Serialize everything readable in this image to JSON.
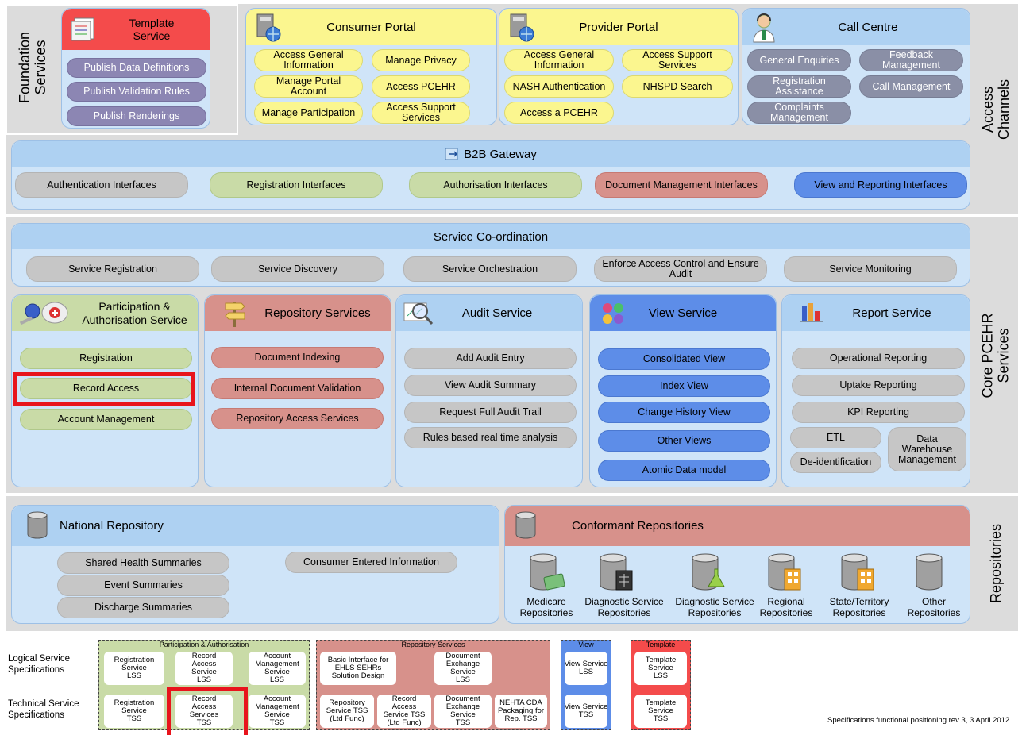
{
  "side_labels": {
    "foundation": "Foundation\nServices",
    "access": "Access\nChannels",
    "core": "Core PCEHR\nServices",
    "repositories": "Repositories"
  },
  "template_service": {
    "title": "Template\nService",
    "items": [
      "Publish Data Definitions",
      "Publish Validation Rules",
      "Publish Renderings"
    ]
  },
  "consumer_portal": {
    "title": "Consumer Portal",
    "items": [
      "Access General Information",
      "Manage Privacy",
      "Manage Portal Account",
      "Access PCEHR",
      "Manage Participation",
      "Access Support Services"
    ]
  },
  "provider_portal": {
    "title": "Provider Portal",
    "items": [
      "Access General Information",
      "Access Support Services",
      "NASH Authentication",
      "NHSPD Search",
      "Access a PCEHR"
    ]
  },
  "call_centre": {
    "title": "Call Centre",
    "items": [
      "General Enquiries",
      "Feedback Management",
      "Registration Assistance",
      "Call Management",
      "Complaints Management"
    ]
  },
  "b2b": {
    "title": "B2B Gateway",
    "items": [
      "Authentication Interfaces",
      "Registration Interfaces",
      "Authorisation Interfaces",
      "Document Management Interfaces",
      "View and Reporting Interfaces"
    ]
  },
  "service_coord": {
    "title": "Service Co-ordination",
    "items": [
      "Service Registration",
      "Service Discovery",
      "Service Orchestration",
      "Enforce Access Control and Ensure Audit",
      "Service Monitoring"
    ]
  },
  "participation": {
    "title": "Participation &\nAuthorisation Service",
    "items": [
      "Registration",
      "Record Access",
      "Account Management"
    ]
  },
  "repository": {
    "title": "Repository Services",
    "items": [
      "Document Indexing",
      "Internal Document Validation",
      "Repository Access Services"
    ]
  },
  "audit": {
    "title": "Audit Service",
    "items": [
      "Add Audit Entry",
      "View Audit Summary",
      "Request Full Audit Trail",
      "Rules based real time analysis"
    ]
  },
  "view": {
    "title": "View Service",
    "items": [
      "Consolidated View",
      "Index View",
      "Change History View",
      "Other Views",
      "Atomic Data model"
    ]
  },
  "report": {
    "title": "Report Service",
    "items": [
      "Operational Reporting",
      "Uptake Reporting",
      "KPI Reporting",
      "ETL",
      "Data Warehouse Management",
      "De-identification"
    ]
  },
  "national_repo": {
    "title": "National Repository",
    "items": [
      "Shared Health Summaries",
      "Event Summaries",
      "Discharge Summaries",
      "Consumer Entered Information"
    ]
  },
  "conformant_repo": {
    "title": "Conformant Repositories",
    "items": [
      "Medicare\nRepositories",
      "Diagnostic Service\nRepositories",
      "Diagnostic Service\nRepositories",
      "Regional\nRepositories",
      "State/Territory\nRepositories",
      "Other\nRepositories"
    ]
  },
  "legend": {
    "row_logical": "Logical Service\nSpecifications",
    "row_technical": "Technical Service\nSpecifications",
    "participation": {
      "title": "Participation & Authorisation",
      "logical": [
        "Registration\nService\nLSS",
        "Record\nAccess\nService\nLSS",
        "Account\nManagement\nService\nLSS"
      ],
      "technical": [
        "Registration\nService\nTSS",
        "Record\nAccess\nServices\nTSS",
        "Account\nManagement\nService\nTSS"
      ]
    },
    "repository": {
      "title": "Repository Services",
      "logical": [
        "Basic Interface for\nEHLS SEHRs\nSolution Design",
        "Document\nExchange\nService\nLSS"
      ],
      "technical": [
        "Repository\nService TSS\n(Ltd Func)",
        "Record\nAccess\nService TSS\n(Ltd Func)",
        "Document\nExchange\nService\nTSS",
        "NEHTA CDA\nPackaging for\nRep. TSS"
      ]
    },
    "view": {
      "title": "View",
      "logical": [
        "View Service\nLSS"
      ],
      "technical": [
        "View Service\nTSS"
      ]
    },
    "template": {
      "title": "Template",
      "logical": [
        "Template\nService\nLSS"
      ],
      "technical": [
        "Template\nService\nTSS"
      ]
    }
  },
  "footnote": "Specifications functional positioning rev 3, 3 April 2012"
}
